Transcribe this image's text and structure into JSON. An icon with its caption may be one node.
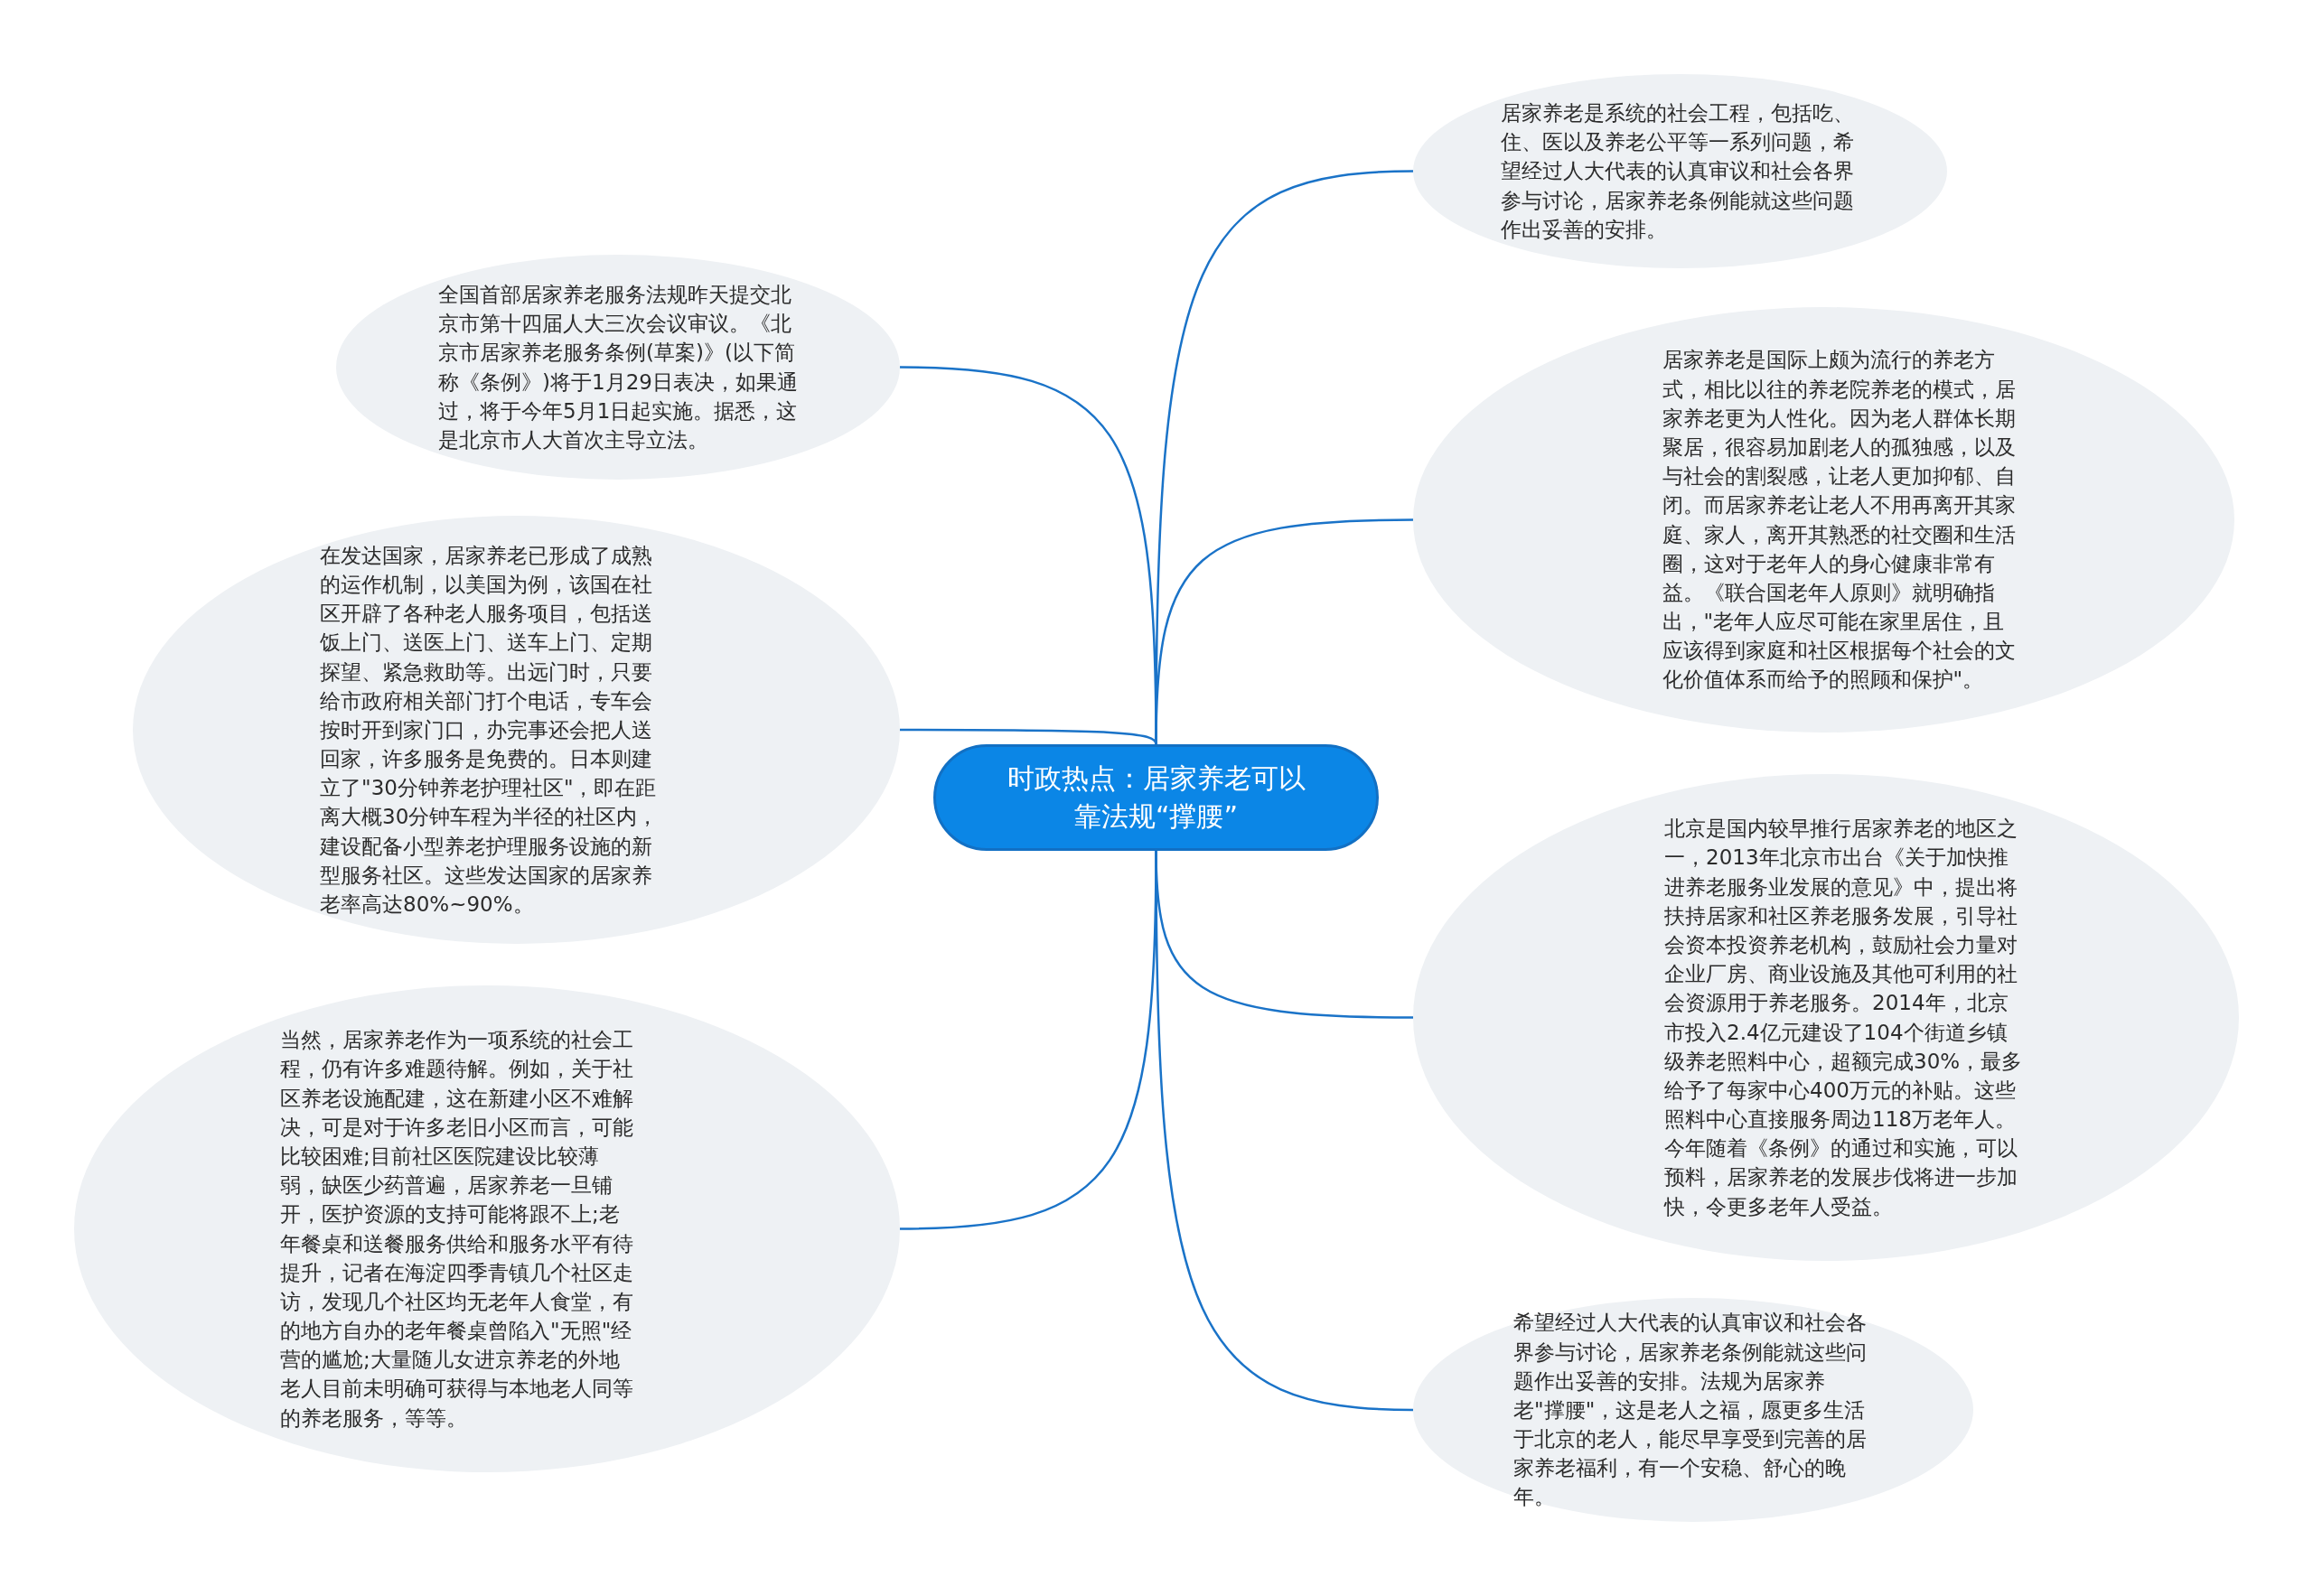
{
  "diagram": {
    "nodes": [
      {
        "text": [
          "时政热点：居家养老可以靠法规“撑腰”"
        ]
      },
      {
        "text": [
          "居家养老是系统的社会工程，包括吃、住、医以及养老公平等一系列问题，希望经过人大代表的认真审议和社会各界参与讨论，居家养老条例能就这些问题作出妥善的安排。"
        ]
      },
      {
        "text": [
          "居家养老是国际上颇为流行的养老方式，相比以往的养老院养老的模式，居家养老更为人性化。因为老人群体长期聚居，很容易加剧老人的孤独感，以及与社会的割裂感，让老人更加抑郁、自闭。而居家养老让老人不用再离开其家庭、家人，离开其熟悉的社交圈和生活圈，这对于老年人的身心健康非常有益。《联合国老年人原则》就明确指出，\"老年人应尽可能在家里居住，且应该得到家庭和社区根据每个社会的文化价值体系而给予的照顾和保护\"。"
        ]
      },
      {
        "text": [
          "北京是国内较早推行居家养老的地区之一，2013年北京市出台《关于加快推进养老服务业发展的意见》中，提出将扶持居家和社区养老服务发展，引导社会资本投资养老机构，鼓励社会力量对企业厂房、商业设施及其他可利用的社会资源用于养老服务。2014年，北京市投入2.4亿元建设了104个街道乡镇级养老照料中心，超额完成30%，最多给予了每家中心400万元的补贴。这些照料中心直接服务周边118万老年人。今年随着《条例》的通过和实施，可以预料，居家养老的发展步伐将进一步加快，令更多老年人受益。"
        ]
      },
      {
        "text": [
          "希望经过人大代表的认真审议和社会各界参与讨论，居家养老条例能就这些问题作出妥善的安排。法规为居家养老\"撑腰\"，这是老人之福，愿更多生活于北京的老人，能尽早享受到完善的居家养老福利，有一个安稳、舒心的晚年。"
        ]
      },
      {
        "text": [
          "全国首部居家养老服务法规昨天提交北京市第十四届人大三次会议审议。《北京市居家养老服务条例(草案)》(以下简称《条例》)将于1月29日表决，如果通过，将于今年5月1日起实施。据悉，这是北京市人大首次主导立法。"
        ]
      },
      {
        "text": [
          "在发达国家，居家养老已形成了成熟的运作机制，以美国为例，该国在社区开辟了各种老人服务项目，包括送饭上门、送医上门、送车上门、定期探望、紧急救助等。出远门时，只要给市政府相关部门打个电话，专车会按时开到家门口，办完事还会把人送回家，许多服务是免费的。日本则建立了\"30分钟养老护理社区\"，即在距离大概30分钟车程为半径的社区内，建设配备小型养老护理服务设施的新型服务社区。这些发达国家的居家养老率高达80%~90%。"
        ]
      },
      {
        "text": [
          "当然，居家养老作为一项系统的社会工程，仍有许多难题待解。例如，关于社区养老设施配建，这在新建小区不难解决，可是对于许多老旧小区而言，可能比较困难;目前社区医院建设比较薄弱，缺医少药普遍，居家养老一旦铺开，医护资源的支持可能将跟不上;老年餐桌和送餐服务供给和服务水平有待提升，记者在海淀四季青镇几个社区走访，发现几个社区均无老年人食堂，有的地方自办的老年餐桌曾陷入\"无照\"经营的尴尬;大量随儿女进京养老的外地老人目前未明确可获得与本地老人同等的养老服务，等等。"
        ]
      }
    ],
    "edges": [
      {
        "from": 0,
        "to": 1,
        "arrow": "none"
      },
      {
        "from": 0,
        "to": 2,
        "arrow": "none"
      },
      {
        "from": 0,
        "to": 3,
        "arrow": "none"
      },
      {
        "from": 0,
        "to": 4,
        "arrow": "none"
      },
      {
        "from": 0,
        "to": 5,
        "arrow": "none"
      },
      {
        "from": 0,
        "to": 6,
        "arrow": "none"
      },
      {
        "from": 0,
        "to": 7,
        "arrow": "none"
      }
    ]
  }
}
